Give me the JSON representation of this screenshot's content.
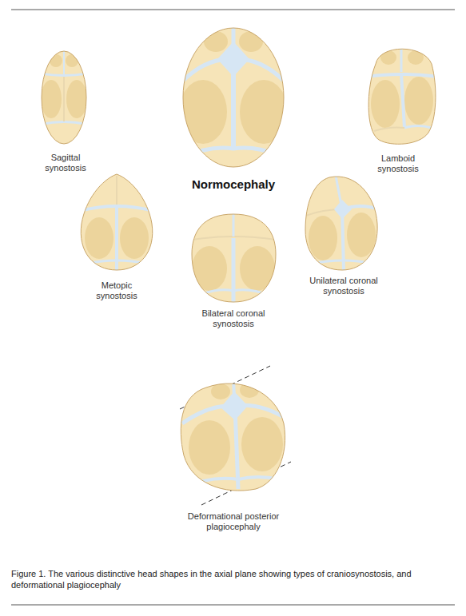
{
  "diagram": {
    "caption": "Figure 1. The various distinctive head shapes in the axial plane showing types of craniosynostosis, and deformational plagiocephaly",
    "labels": [
      "Sagittal synostosis",
      "Normocephaly",
      "Lamboid synostosis",
      "Metopic synostosis",
      "Bilateral coronal synostosis",
      "Unilateral coronal synostosis",
      "Deformational posterior plagiocephaly"
    ]
  }
}
